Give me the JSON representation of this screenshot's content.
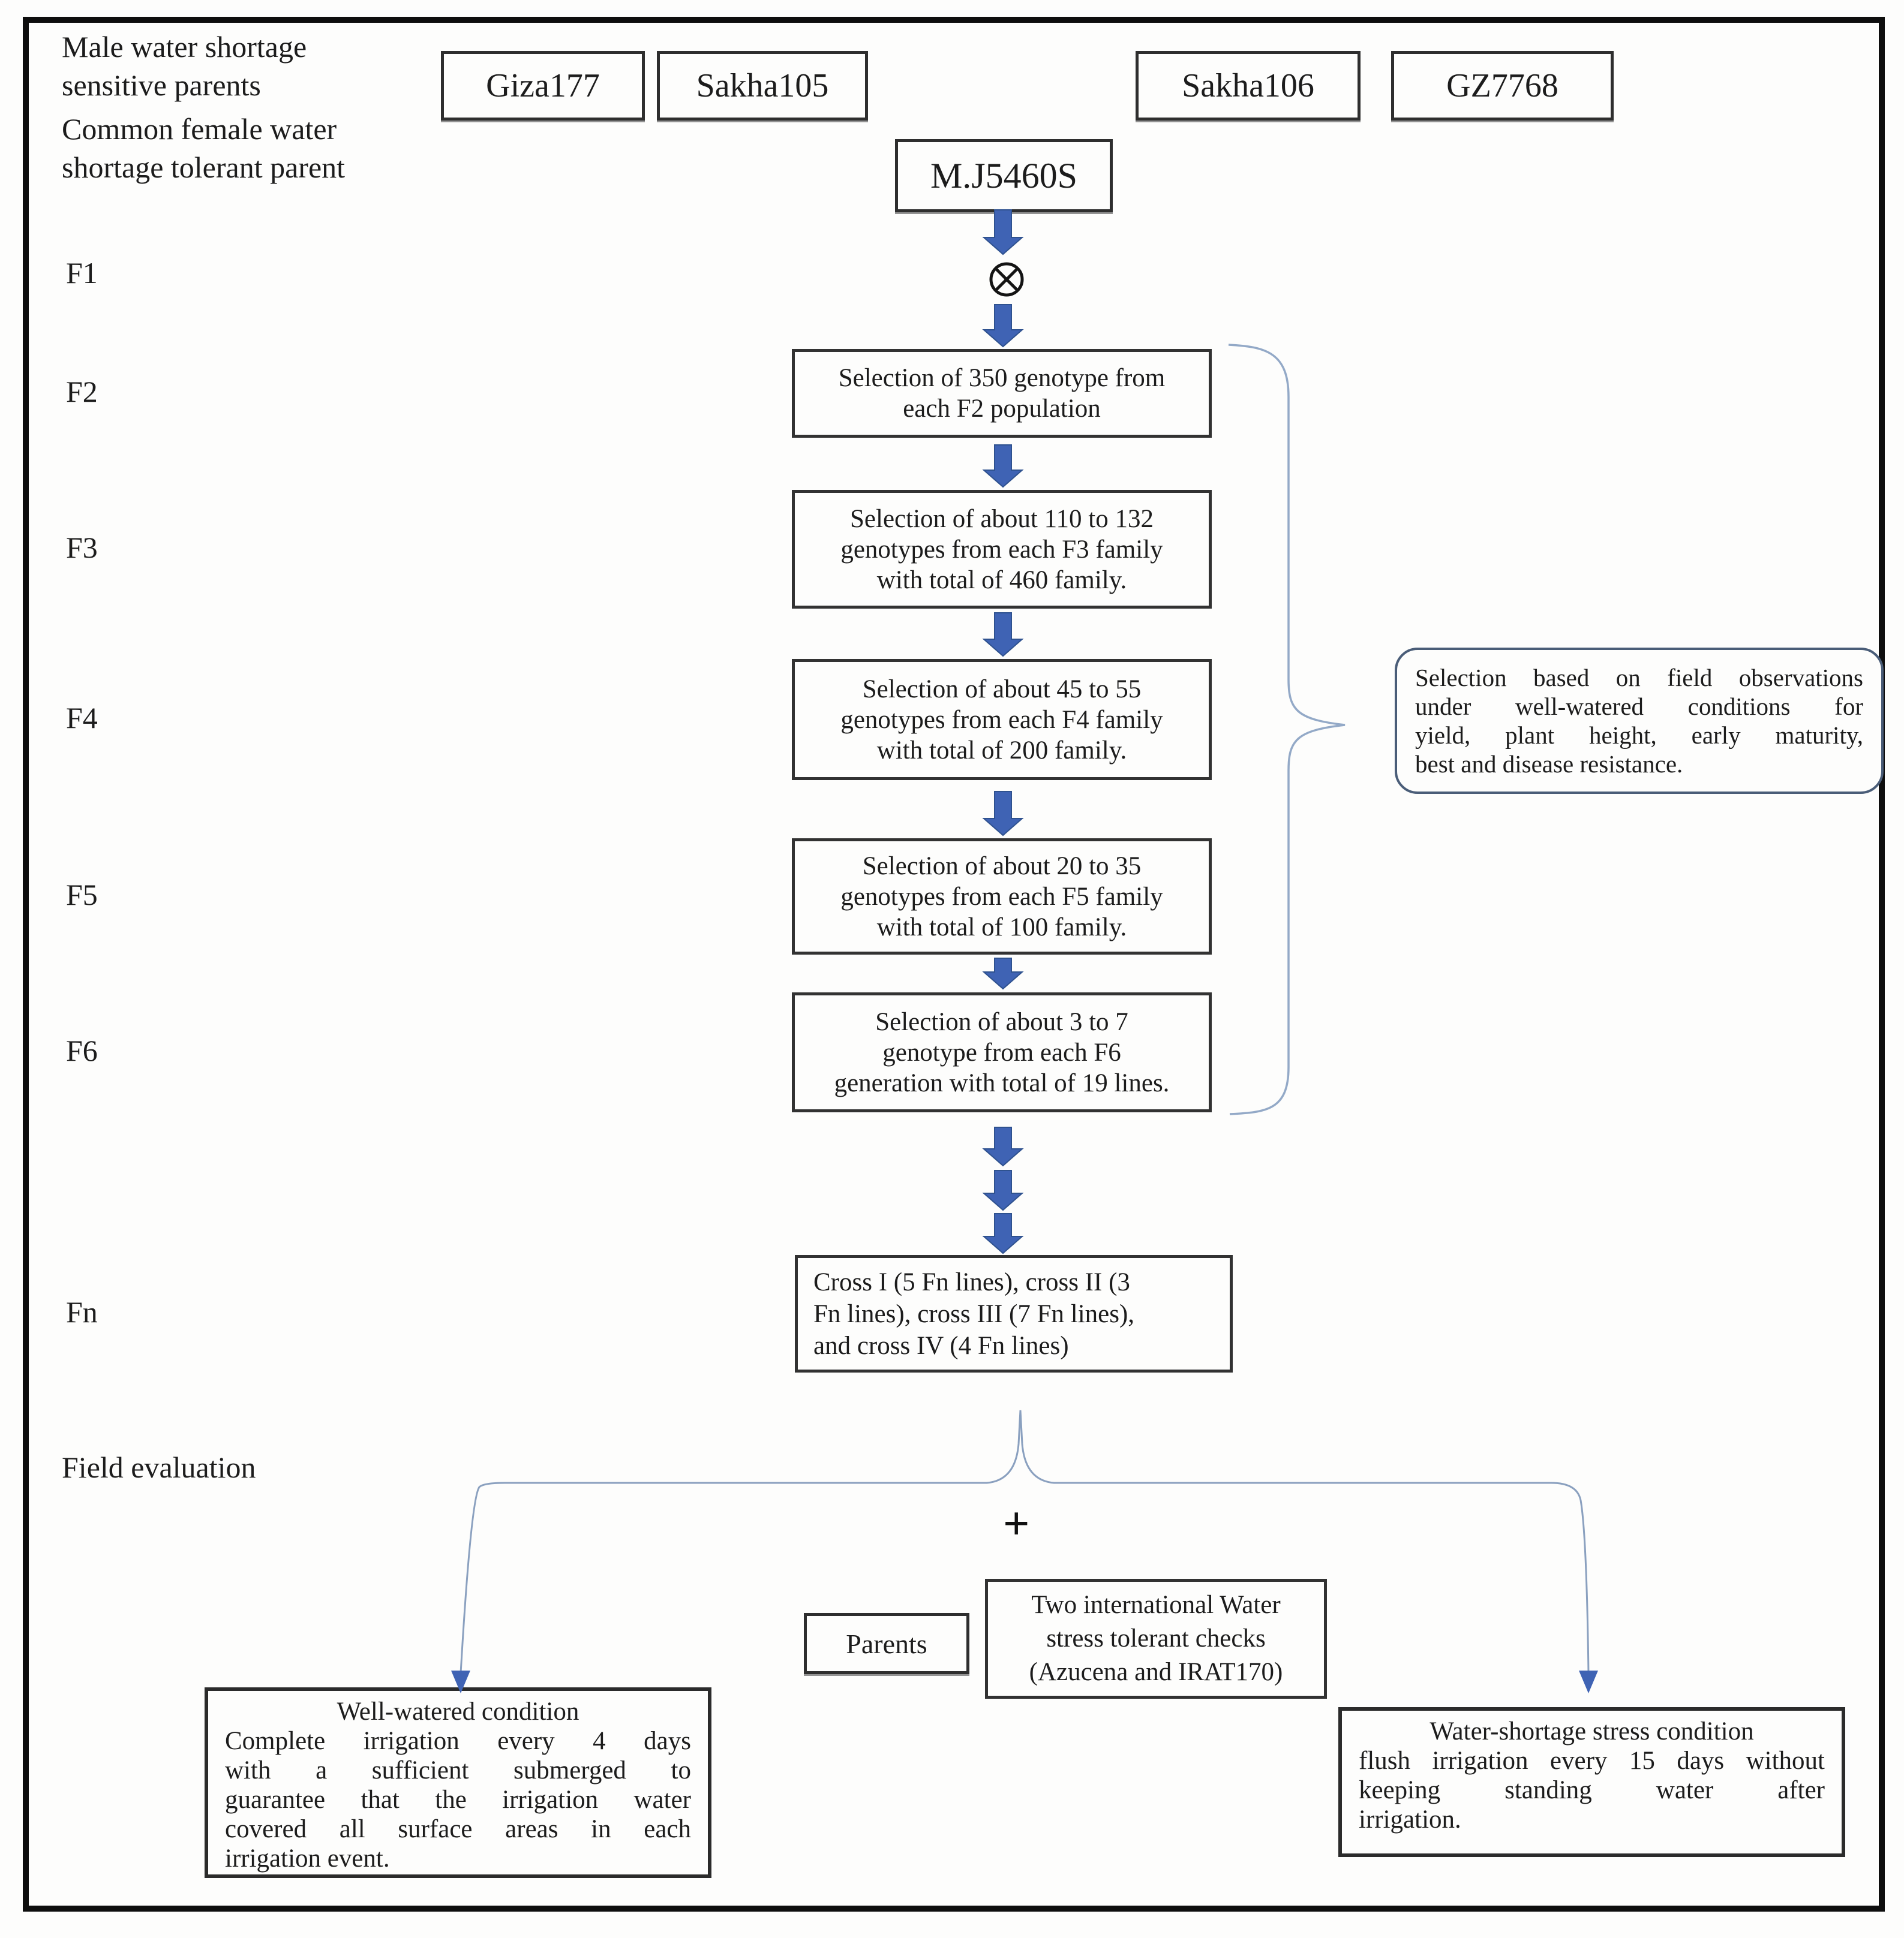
{
  "colors": {
    "block_arrow": "#3f63b4",
    "block_arrow_edge": "#2f528f",
    "connector_line": "#8aa0bf",
    "note_border": "#4a5d78",
    "box_border": "#2e2e2e"
  },
  "left_labels": {
    "male_parents": "Male water shortage\nsensitive parents",
    "common_female": "Common female water\nshortage tolerant parent",
    "f1": "F1",
    "f2": "F2",
    "f3": "F3",
    "f4": "F4",
    "f5": "F5",
    "f6": "F6",
    "fn": "Fn",
    "field_evaluation": "Field evaluation"
  },
  "parent_boxes": {
    "male": [
      "Giza177",
      "Sakha105",
      "Sakha106",
      "GZ7768"
    ],
    "female": "M.J5460S"
  },
  "cross_symbol": "⊗",
  "generations": [
    {
      "gen": "F2",
      "lines": [
        "Selection of 350 genotype from",
        "each F2 population"
      ]
    },
    {
      "gen": "F3",
      "lines": [
        "Selection of about 110 to 132",
        "genotypes from each F3 family",
        "with total of 460 family."
      ]
    },
    {
      "gen": "F4",
      "lines": [
        "Selection of about 45 to 55",
        "genotypes from each F4 family",
        "with total of 200 family."
      ]
    },
    {
      "gen": "F5",
      "lines": [
        "Selection of about 20 to 35",
        "genotypes from each F5 family",
        "with total of 100 family."
      ]
    },
    {
      "gen": "F6",
      "lines": [
        "Selection of about 3 to 7",
        "genotype from each F6",
        "generation with total of 19 lines."
      ]
    }
  ],
  "fn_box": {
    "lines": [
      "Cross I (5 Fn lines), cross II (3",
      "Fn lines), cross III (7 Fn lines),",
      "and cross IV (4 Fn lines)"
    ]
  },
  "side_note": {
    "lines": [
      "Selection based on field observations",
      "under well-watered conditions for",
      "yield, plant height, early maturity,",
      "best and disease resistance."
    ]
  },
  "plus_sign": "+",
  "parents_box_label": "Parents",
  "checks_box": {
    "lines": [
      "Two international Water",
      "stress tolerant checks",
      "(Azucena and IRAT170)"
    ]
  },
  "well_watered_box": {
    "title": "Well-watered condition",
    "lines": [
      "Complete irrigation every 4 days",
      "with a sufficient submerged to",
      "guarantee that the irrigation water",
      "covered all surface areas in each",
      "irrigation event."
    ]
  },
  "water_shortage_box": {
    "title": "Water-shortage stress condition",
    "lines": [
      "flush irrigation every 15 days without",
      "keeping standing water after",
      "irrigation."
    ]
  }
}
